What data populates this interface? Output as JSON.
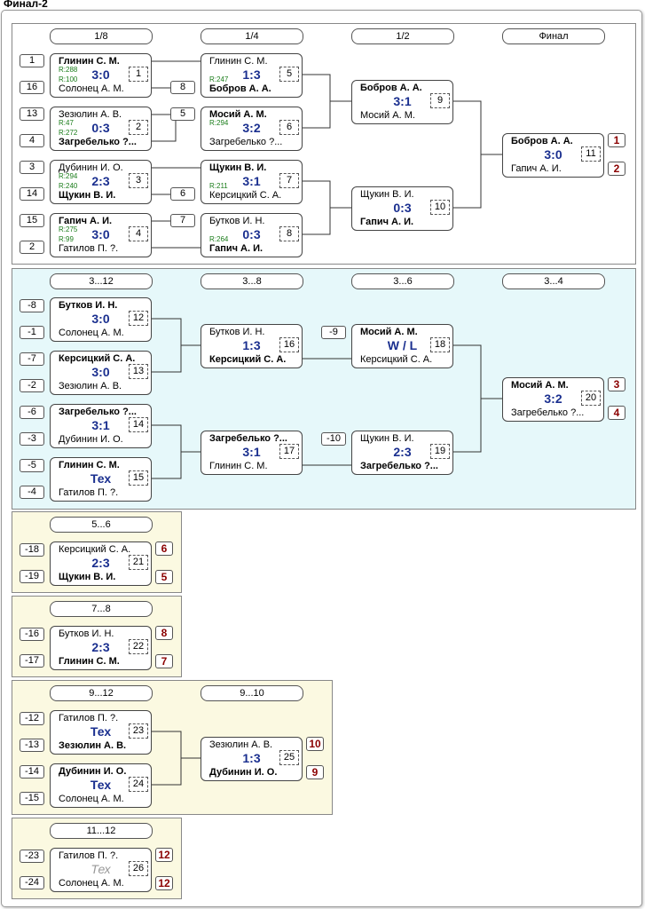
{
  "title": "Финал-2",
  "sections": [
    {
      "id": "main",
      "rounds": [
        "1/8",
        "1/4",
        "1/2",
        "Финал"
      ],
      "seeds": [
        "1",
        "16",
        "13",
        "4",
        "3",
        "14",
        "15",
        "2",
        "8",
        "5",
        "6",
        "7"
      ],
      "matches": [
        {
          "no": "1",
          "p1": "Глинин С. М.",
          "p2": "Солонец А. М.",
          "score": "3:0",
          "r1": "R:288",
          "r2": "R:100",
          "w": 1
        },
        {
          "no": "2",
          "p1": "Зезюлин А. В.",
          "p2": "Загребелько ?...",
          "score": "0:3",
          "r1": "R:47",
          "r2": "R:272",
          "w": 2
        },
        {
          "no": "3",
          "p1": "Дубинин И. О.",
          "p2": "Щукин В. И.",
          "score": "2:3",
          "r1": "R:294",
          "r2": "R:240",
          "w": 2
        },
        {
          "no": "4",
          "p1": "Гапич А. И.",
          "p2": "Гатилов П. ?.",
          "score": "3:0",
          "r1": "R:275",
          "r2": "R:99",
          "w": 1
        },
        {
          "no": "5",
          "p1": "Глинин С. М.",
          "p2": "Бобров А. А.",
          "score": "1:3",
          "r1": "",
          "r2": "R:247",
          "w": 2
        },
        {
          "no": "6",
          "p1": "Мосий А. М.",
          "p2": "Загребелько ?...",
          "score": "3:2",
          "r1": "R:294",
          "r2": "",
          "w": 1
        },
        {
          "no": "7",
          "p1": "Щукин В. И.",
          "p2": "Керсицкий С. А.",
          "score": "3:1",
          "r1": "",
          "r2": "R:211",
          "w": 1
        },
        {
          "no": "8",
          "p1": "Бутков И. Н.",
          "p2": "Гапич А. И.",
          "score": "0:3",
          "r1": "",
          "r2": "R:264",
          "w": 2
        },
        {
          "no": "9",
          "p1": "Бобров А. А.",
          "p2": "Мосий А. М.",
          "score": "3:1",
          "r1": "",
          "r2": "",
          "w": 1
        },
        {
          "no": "10",
          "p1": "Щукин В. И.",
          "p2": "Гапич А. И.",
          "score": "0:3",
          "r1": "",
          "r2": "",
          "w": 2
        },
        {
          "no": "11",
          "p1": "Бобров А. А.",
          "p2": "Гапич А. И.",
          "score": "3:0",
          "r1": "",
          "r2": "",
          "w": 1
        }
      ],
      "places": [
        "1",
        "2"
      ]
    },
    {
      "id": "places-3-12",
      "rounds": [
        "3...12",
        "3...8",
        "3...6",
        "3...4"
      ],
      "seeds": [
        "-8",
        "-1",
        "-7",
        "-2",
        "-6",
        "-3",
        "-5",
        "-4",
        "-9",
        "-10"
      ],
      "matches": [
        {
          "no": "12",
          "p1": "Бутков И. Н.",
          "p2": "Солонец А. М.",
          "score": "3:0",
          "w": 1
        },
        {
          "no": "13",
          "p1": "Керсицкий С. А.",
          "p2": "Зезюлин А. В.",
          "score": "3:0",
          "w": 1
        },
        {
          "no": "14",
          "p1": "Загребелько ?...",
          "p2": "Дубинин И. О.",
          "score": "3:1",
          "w": 1
        },
        {
          "no": "15",
          "p1": "Глинин С. М.",
          "p2": "Гатилов П. ?.",
          "score": "Тех",
          "w": 1
        },
        {
          "no": "16",
          "p1": "Бутков И. Н.",
          "p2": "Керсицкий С. А.",
          "score": "1:3",
          "w": 2
        },
        {
          "no": "17",
          "p1": "Загребелько ?...",
          "p2": "Глинин С. М.",
          "score": "3:1",
          "w": 1
        },
        {
          "no": "18",
          "p1": "Мосий А. М.",
          "p2": "Керсицкий С. А.",
          "score": "W / L",
          "w": 1
        },
        {
          "no": "19",
          "p1": "Щукин В. И.",
          "p2": "Загребелько ?...",
          "score": "2:3",
          "w": 2
        },
        {
          "no": "20",
          "p1": "Мосий А. М.",
          "p2": "Загребелько ?...",
          "score": "3:2",
          "w": 1
        }
      ],
      "places": [
        "3",
        "4"
      ]
    },
    {
      "id": "places-5-6",
      "rounds": [
        "5...6"
      ],
      "seeds": [
        "-18",
        "-19"
      ],
      "matches": [
        {
          "no": "21",
          "p1": "Керсицкий С. А.",
          "p2": "Щукин В. И.",
          "score": "2:3",
          "w": 2
        }
      ],
      "places": [
        "6",
        "5"
      ]
    },
    {
      "id": "places-7-8",
      "rounds": [
        "7...8"
      ],
      "seeds": [
        "-16",
        "-17"
      ],
      "matches": [
        {
          "no": "22",
          "p1": "Бутков И. Н.",
          "p2": "Глинин С. М.",
          "score": "2:3",
          "w": 2
        }
      ],
      "places": [
        "8",
        "7"
      ]
    },
    {
      "id": "places-9-12",
      "rounds": [
        "9...12",
        "9...10"
      ],
      "seeds": [
        "-12",
        "-13",
        "-14",
        "-15"
      ],
      "matches": [
        {
          "no": "23",
          "p1": "Гатилов П. ?.",
          "p2": "Зезюлин А. В.",
          "score": "Тех",
          "w": 2
        },
        {
          "no": "24",
          "p1": "Дубинин И. О.",
          "p2": "Солонец А. М.",
          "score": "Тех",
          "w": 1
        },
        {
          "no": "25",
          "p1": "Зезюлин А. В.",
          "p2": "Дубинин И. О.",
          "score": "1:3",
          "w": 2
        }
      ],
      "places": [
        "10",
        "9"
      ]
    },
    {
      "id": "places-11-12",
      "rounds": [
        "11...12"
      ],
      "seeds": [
        "-23",
        "-24"
      ],
      "matches": [
        {
          "no": "26",
          "p1": "Гатилов П. ?.",
          "p2": "Солонец А. М.",
          "score": "Тех",
          "w": 0,
          "score_style": "grey"
        }
      ],
      "places": [
        "12",
        "12"
      ]
    }
  ]
}
